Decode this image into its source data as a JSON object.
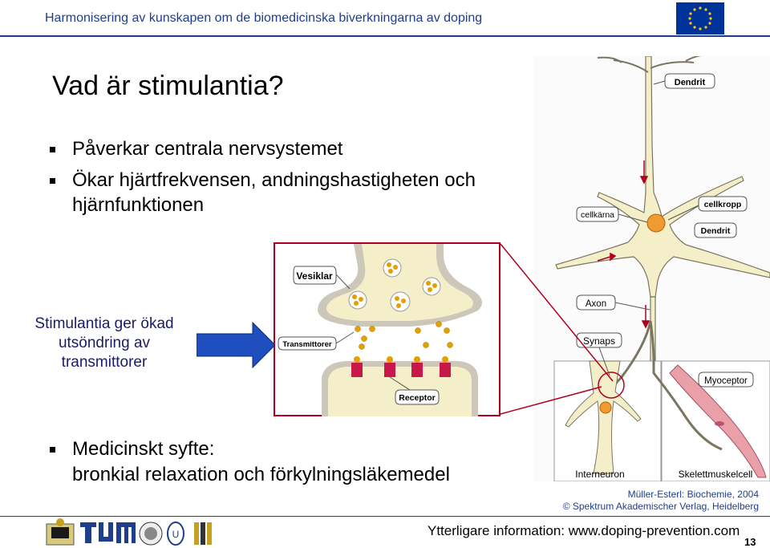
{
  "header": {
    "title": "Harmonisering av kunskapen om de biomedicinska biverkningarna av doping"
  },
  "slide": {
    "title": "Vad är stimulantia?",
    "bullets": [
      "Påverkar centrala nervsystemet",
      "Ökar hjärtfrekvensen, andningshastigheten och",
      "hjärnfunktionen"
    ],
    "purpose_line1": "Medicinskt syfte:",
    "purpose_line2": "bronkial relaxation och förkylningsläkemedel",
    "stim_text": [
      "Stimulantia ger ökad",
      "utsöndring av",
      "transmittorer"
    ]
  },
  "synapse_labels": {
    "vesicles": "Vesiklar",
    "transmitters": "Transmittorer",
    "receptor": "Receptor"
  },
  "neuron_labels": {
    "dendrite_top": "Dendrit",
    "nucleus": "cellkärna",
    "cell_body": "cellkropp",
    "dendrite": "Dendrit",
    "axon": "Axon",
    "synapse": "Synaps",
    "myoceptor": "Myoceptor",
    "interneuron": "Interneuron",
    "skeletal_muscle": "Skelettmuskelcell"
  },
  "credits": {
    "line1": "Müller-Esterl: Biochemie, 2004",
    "line2": "© Spektrum Akademischer Verlag, Heidelberg"
  },
  "footer": {
    "info": "Ytterligare information: www.doping-prevention.com",
    "page": "13"
  },
  "colors": {
    "header_blue": "#1f3e8c",
    "arrow_blue": "#1f4fbf",
    "neuron_fill": "#f4efc8",
    "receptor": "#c8184a",
    "highlight": "#b00020"
  }
}
